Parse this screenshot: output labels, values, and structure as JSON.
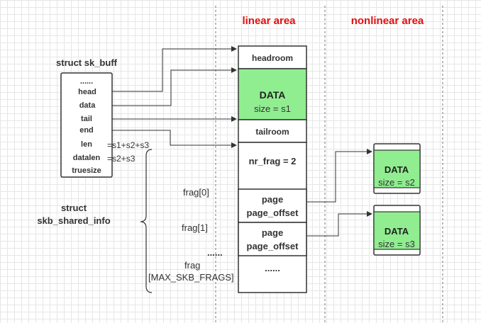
{
  "header": {
    "linear_area": "linear area",
    "nonlinear_area": "nonlinear area"
  },
  "sk_buff": {
    "title": "struct sk_buff",
    "fields": [
      "......",
      "head",
      "data",
      "tail",
      "end",
      "len",
      "datalen",
      "truesize"
    ],
    "len_value": "=s1+s2+s3",
    "datalen_value": "=s2+s3"
  },
  "linear": {
    "headroom": "headroom",
    "data_label": "DATA",
    "data_size": "size = s1",
    "tailroom": "tailroom",
    "nr_frag": "nr_frag = 2",
    "page": "page",
    "page_offset": "page_offset",
    "ellipsis": "......"
  },
  "shared_info": {
    "title_line1": "struct",
    "title_line2": "skb_shared_info",
    "frag0": "frag[0]",
    "frag1": "frag[1]",
    "frag_dots": "......",
    "frag_max_line1": "frag",
    "frag_max_line2": "[MAX_SKB_FRAGS]"
  },
  "nonlinear": {
    "page1": {
      "label": "DATA",
      "size": "size = s2"
    },
    "page2": {
      "label": "DATA",
      "size": "size = s3"
    }
  },
  "colors": {
    "data_fill": "#90ee90",
    "header_text": "#e01010",
    "stroke": "#333333"
  }
}
